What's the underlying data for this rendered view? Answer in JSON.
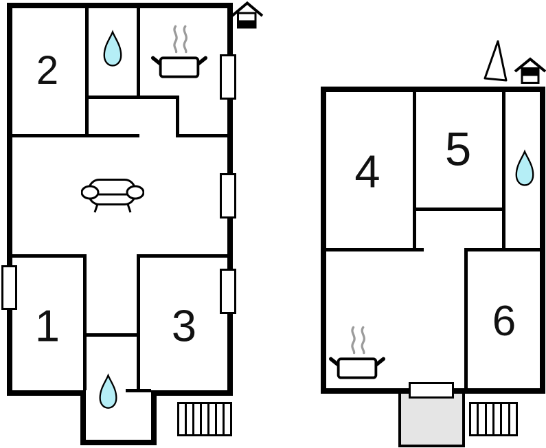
{
  "rooms": {
    "1": {
      "label": "1"
    },
    "2": {
      "label": "2"
    },
    "3": {
      "label": "3"
    },
    "4": {
      "label": "4"
    },
    "5": {
      "label": "5"
    },
    "6": {
      "label": "6"
    }
  },
  "icons": {
    "water_drop": "water-drop-icon",
    "cooking_pot": "cooking-pot-icon",
    "sofa": "sofa-icon",
    "entrance": "entrance-house-icon",
    "stairs": "stairs-icon",
    "window": "window-marker",
    "terrace": "terrace",
    "triangle": "triangle-marker"
  },
  "colors": {
    "wall": "#000000",
    "water_drop_fill": "#b5eef6",
    "terrace_fill": "#e5e5e5",
    "steam_stroke": "#9b9b9b",
    "background": "#ffffff"
  }
}
